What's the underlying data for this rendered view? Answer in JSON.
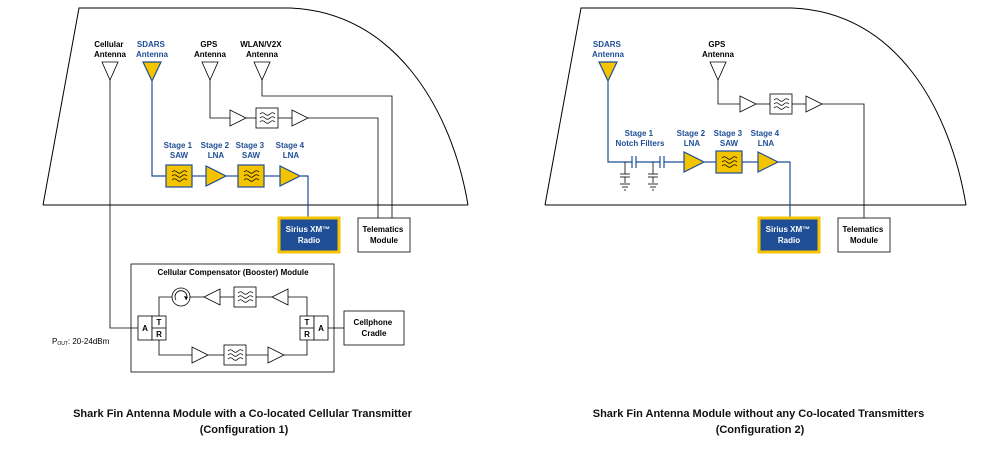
{
  "colors": {
    "accent_blue": "#1f4e96",
    "component_yellow": "#f5c400",
    "line": "#000000"
  },
  "config1": {
    "antennas": {
      "cellular": [
        "Cellular",
        "Antenna"
      ],
      "sdars": [
        "SDARS",
        "Antenna"
      ],
      "gps": [
        "GPS",
        "Antenna"
      ],
      "wlan": [
        "WLAN/V2X",
        "Antenna"
      ]
    },
    "stages": {
      "s1": [
        "Stage 1",
        "SAW"
      ],
      "s2": [
        "Stage 2",
        "LNA"
      ],
      "s3": [
        "Stage 3",
        "SAW"
      ],
      "s4": [
        "Stage 4",
        "LNA"
      ]
    },
    "sirius": [
      "Sirius XM™",
      "Radio"
    ],
    "telematics": [
      "Telematics",
      "Module"
    ],
    "booster_title": "Cellular Compensator (Booster) Module",
    "a_label": "A",
    "t_label": "T",
    "r_label": "R",
    "cradle": [
      "Cellphone",
      "Cradle"
    ],
    "pout_p": "P",
    "pout_sub": "OUT",
    "pout_value": ": 20-24dBm",
    "caption": [
      "Shark Fin Antenna Module with a Co-located Cellular Transmitter",
      "(Configuration 1)"
    ]
  },
  "config2": {
    "antennas": {
      "sdars": [
        "SDARS",
        "Antenna"
      ],
      "gps": [
        "GPS",
        "Antenna"
      ]
    },
    "stages": {
      "s1": [
        "Stage 1",
        "Notch Filters"
      ],
      "s2": [
        "Stage 2",
        "LNA"
      ],
      "s3": [
        "Stage 3",
        "SAW"
      ],
      "s4": [
        "Stage 4",
        "LNA"
      ]
    },
    "sirius": [
      "Sirius XM™",
      "Radio"
    ],
    "telematics": [
      "Telematics",
      "Module"
    ],
    "caption": [
      "Shark Fin Antenna Module without any Co-located Transmitters",
      "(Configuration 2)"
    ]
  }
}
